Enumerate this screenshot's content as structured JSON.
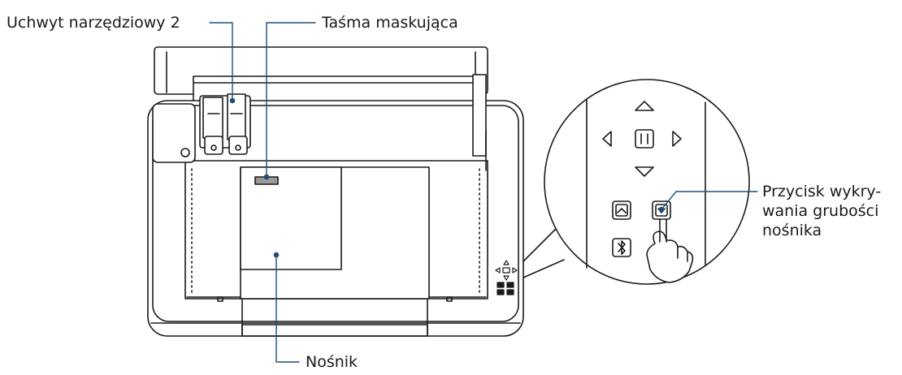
{
  "callouts": {
    "tool_holder_2": "Uchwyt narzędziowy 2",
    "masking_tape": "Taśma maskująca",
    "media": "Nośnik",
    "thickness_button_line1": "Przycisk wykry-",
    "thickness_button_line2": "wania grubości",
    "thickness_button_line3": "nośnika"
  },
  "colors": {
    "outline": "#1a1a1a",
    "leader": "#1f4e79",
    "tape": "#9a9a9a",
    "media": "#ffffff"
  },
  "icons": {
    "nav_up": "triangle-up-icon",
    "nav_down": "triangle-down-icon",
    "nav_left": "triangle-left-icon",
    "nav_right": "triangle-right-icon",
    "pause": "pause-icon",
    "load": "load-media-icon",
    "detect": "thickness-detect-icon",
    "bluetooth": "bluetooth-icon",
    "hand": "pointing-hand-icon"
  }
}
